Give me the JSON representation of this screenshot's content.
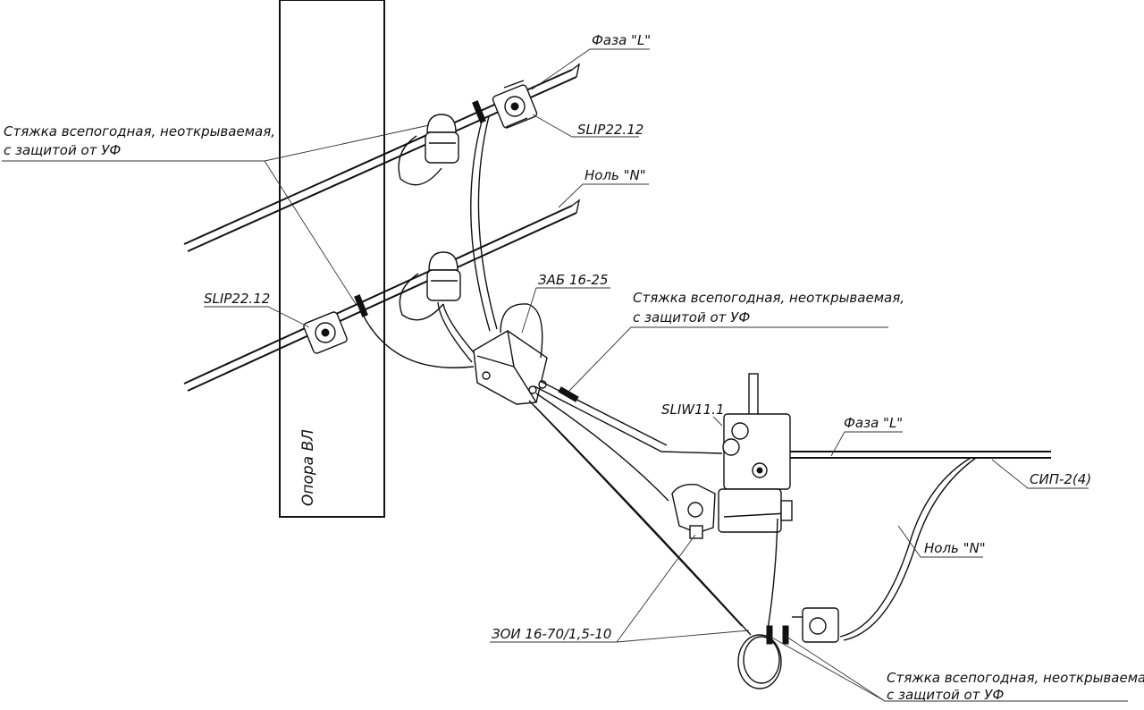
{
  "labels": {
    "phase_top": "Фаза \"L\"",
    "slip_top": "SLIP22.12",
    "neutral_top": "Ноль \"N\"",
    "tie_top_line1": "Стяжка всепогодная, неоткрываемая,",
    "tie_top_line2": "с защитой от УФ",
    "slip_left": "SLIP22.12",
    "zab": "ЗАБ 16-25",
    "tie_mid_line1": "Стяжка всепогодная, неоткрываемая,",
    "tie_mid_line2": "с защитой от УФ",
    "sliw": "SLIW11.1",
    "phase_right": "Фаза \"L\"",
    "sip": "СИП-2(4)",
    "neutral_right": "Ноль \"N\"",
    "zoi": "ЗОИ 16-70/1,5-10",
    "tie_bottom_line1": "Стяжка всепогодная, неоткрываемая,",
    "tie_bottom_line2": "с защитой от УФ",
    "pole": "Опора ВЛ"
  }
}
